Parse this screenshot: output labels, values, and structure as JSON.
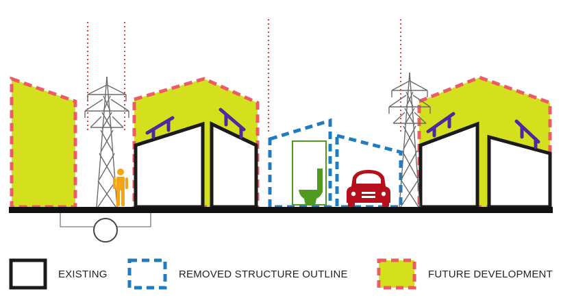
{
  "legend": {
    "existing": "EXISTING",
    "removed": "REMOVED STRUCTURE OUTLINE",
    "future": "FUTURE DEVELOPMENT"
  },
  "colors": {
    "future_fill": "#d4e01e",
    "future_outline": "#ec5c62",
    "existing_outline": "#1b1b1b",
    "removed_outline": "#1f7cc1",
    "solar_panel": "#4a2a9e",
    "survey_line": "#e0443f",
    "person": "#f3a517",
    "car": "#b5101b",
    "toilet": "#4f9a1f",
    "ground": "#111111"
  },
  "icons": [
    "pylon-icon",
    "person-icon",
    "toilet-icon",
    "car-icon",
    "solar-panel-icon",
    "drain-pipe-icon"
  ]
}
